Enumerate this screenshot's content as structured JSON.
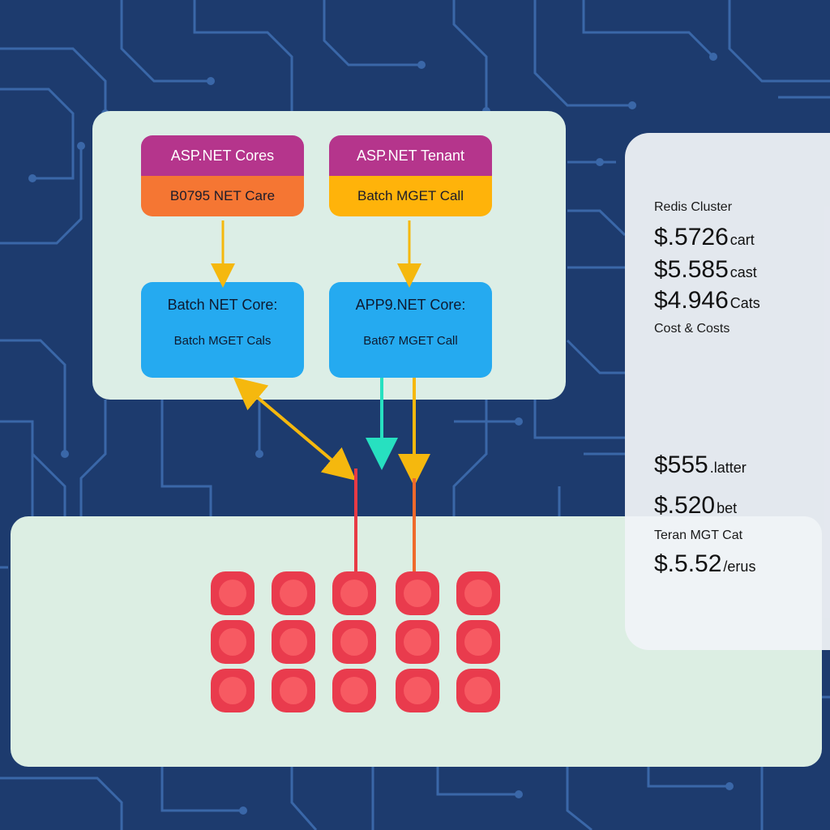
{
  "colors": {
    "background": "#1d3b6e",
    "circuit": "#3a67a8",
    "panel": "#dceee6",
    "card_head": "#b5358c",
    "card_sub_orange": "#f57633",
    "card_sub_yellow": "#ffb30a",
    "service_blue": "#25aaf0",
    "node_red": "#e93b4d",
    "arrow_yellow": "#f5b80e",
    "arrow_teal": "#27e0c0",
    "line_red": "#e83a45",
    "line_orange": "#ef6a2c"
  },
  "cards": [
    {
      "head": "ASP.NET Cores",
      "sub": "B0795 NET Care"
    },
    {
      "head": "ASP.NET Tenant",
      "sub": "Batch MGET Call"
    }
  ],
  "services": [
    {
      "title": "Batch NET Core:",
      "subtitle": "Batch MGET Cals"
    },
    {
      "title": "APP9.NET Core:",
      "subtitle": "Bat67 MGET Call"
    }
  ],
  "cost_panel": {
    "title": "Redis Cluster",
    "lines_top": [
      {
        "amount": "$.5726",
        "unit": "cart"
      },
      {
        "amount": "$5.585",
        "unit": "cast"
      },
      {
        "amount": "$4.946",
        "unit": "Cats"
      }
    ],
    "caption": "Cost & Costs",
    "lines_mid": [
      {
        "amount": "$555",
        "unit": ".latter"
      },
      {
        "amount": "$.520",
        "unit": "bet"
      }
    ],
    "label_bottom": "Teran MGT Cat",
    "line_bottom": {
      "amount": "$.5.52",
      "unit": "/erus"
    }
  },
  "node_grid": {
    "rows": 3,
    "cols": 5
  }
}
